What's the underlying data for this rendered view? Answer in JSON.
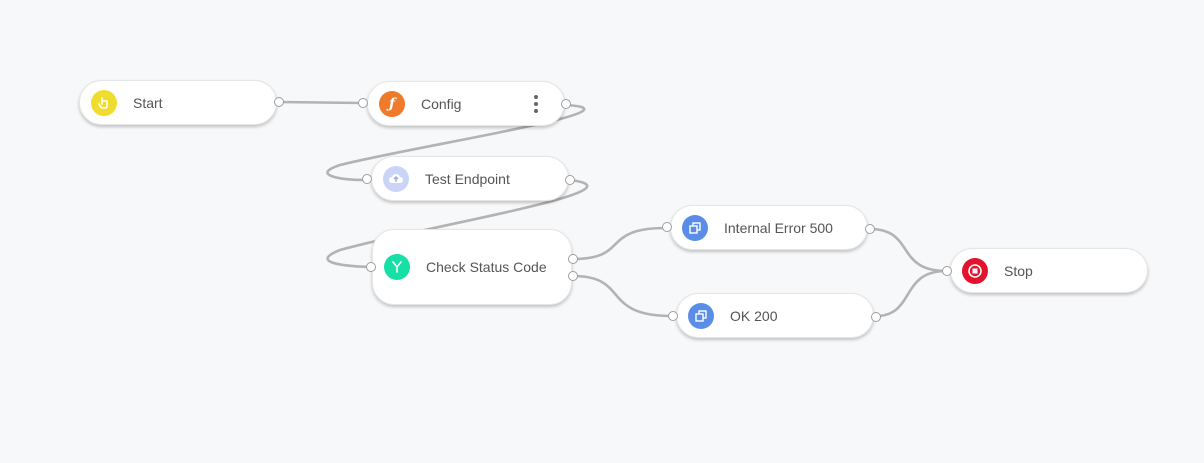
{
  "nodes": {
    "start": {
      "label": "Start",
      "icon": "hand-pointer-icon",
      "color": "#f0dc2c"
    },
    "config": {
      "label": "Config",
      "icon": "function-icon",
      "color": "#ef7a2a"
    },
    "test_endpoint": {
      "label": "Test Endpoint",
      "icon": "cloud-upload-icon",
      "color": "#c9d4f7"
    },
    "check_status": {
      "label": "Check Status Code",
      "icon": "branch-icon",
      "color": "#16e0a6"
    },
    "internal_error": {
      "label": "Internal Error 500",
      "icon": "copy-icon",
      "color": "#5a8de8"
    },
    "ok": {
      "label": "OK 200",
      "icon": "copy-icon",
      "color": "#5a8de8"
    },
    "stop": {
      "label": "Stop",
      "icon": "stop-icon",
      "color": "#e3132d"
    }
  },
  "edges": [
    {
      "from": "start",
      "to": "config"
    },
    {
      "from": "config",
      "to": "test_endpoint"
    },
    {
      "from": "test_endpoint",
      "to": "check_status"
    },
    {
      "from": "check_status",
      "to": "internal_error"
    },
    {
      "from": "check_status",
      "to": "ok"
    },
    {
      "from": "internal_error",
      "to": "stop"
    },
    {
      "from": "ok",
      "to": "stop"
    }
  ],
  "colors": {
    "edge": "#b3b3b3",
    "canvas_background": "#f7f8fa"
  }
}
